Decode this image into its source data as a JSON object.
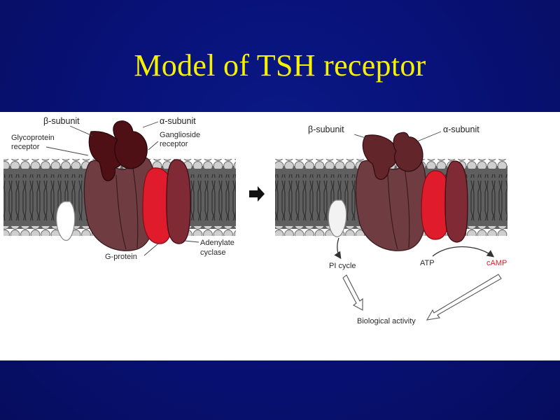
{
  "slide": {
    "title": "Model of TSH receptor"
  },
  "left_panel": {
    "beta_label": "β-subunit",
    "alpha_label": "α-subunit",
    "glyco_label_1": "Glycoprotein",
    "glyco_label_2": "receptor",
    "ganglio_label_1": "Ganglioside",
    "ganglio_label_2": "receptor",
    "gprotein_label": "G-protein",
    "adenylate_label_1": "Adenylate",
    "adenylate_label_2": "cyclase"
  },
  "right_panel": {
    "beta_label": "β-subunit",
    "alpha_label": "α-subunit",
    "pi_label": "PI cycle",
    "atp_label": "ATP",
    "camp_label": "cAMP",
    "bio_label": "Biological activity"
  },
  "colors": {
    "background": "#070f6a",
    "title": "#f6f100",
    "receptor": "#6b3a3e",
    "subunit": "#4a0e12",
    "gprotein": "#e0192b",
    "adenylate": "#7d2a33",
    "camp_text": "#e8202b"
  }
}
